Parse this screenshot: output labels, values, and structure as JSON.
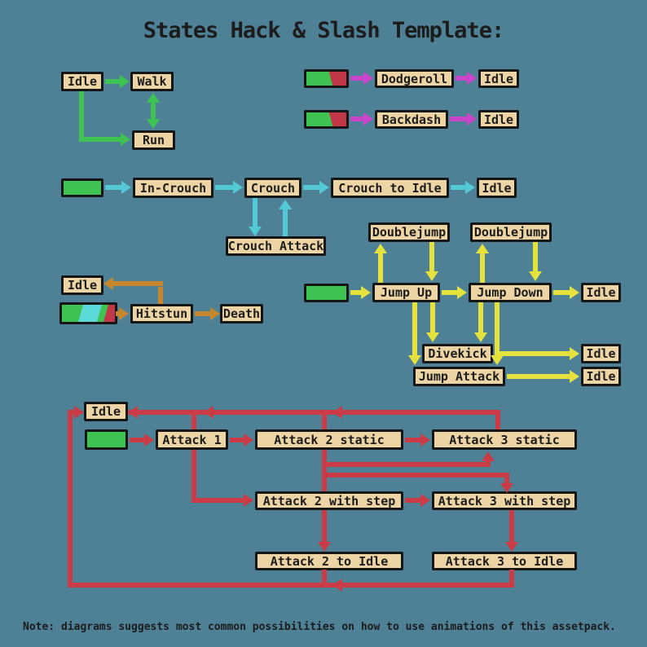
{
  "title": "States Hack & Slash Template:",
  "note": "Note: diagrams suggests most common possibilities on how to use animations of this assetpack.",
  "colors": {
    "bg": "#4e8096",
    "box_fill": "#ecd4a4",
    "box_border": "#161616",
    "text": "#1c1c1c",
    "arrow_green": "#3ec353",
    "arrow_magenta": "#c945c9",
    "arrow_cyan": "#52c9d5",
    "arrow_yellow": "#e5e23e",
    "arrow_orange": "#c6872e",
    "arrow_red": "#cb3b46",
    "entry_green": "#3ec353",
    "state_red": "#c23747",
    "state_cyan": "#5cd9d9"
  },
  "nodes": {
    "loco_idle": "Idle",
    "loco_walk": "Walk",
    "loco_run": "Run",
    "dodgeroll": "Dodgeroll",
    "dodge_idle": "Idle",
    "backdash": "Backdash",
    "backdash_idle": "Idle",
    "in_crouch": "In-Crouch",
    "crouch": "Crouch",
    "crouch_to_idle": "Crouch to Idle",
    "crouch_idle": "Idle",
    "crouch_attack": "Crouch Attack",
    "hit_idle": "Idle",
    "hitstun": "Hitstun",
    "death": "Death",
    "doublejump1": "Doublejump",
    "doublejump2": "Doublejump",
    "jump_up": "Jump Up",
    "jump_down": "Jump Down",
    "jump_idle": "Idle",
    "divekick": "Divekick",
    "divekick_idle": "Idle",
    "jump_attack": "Jump Attack",
    "jump_attack_idle": "Idle",
    "attack_idle": "Idle",
    "attack1": "Attack 1",
    "attack2_static": "Attack 2 static",
    "attack3_static": "Attack 3 static",
    "attack2_step": "Attack 2 with step",
    "attack3_step": "Attack 3 with step",
    "attack2_idle": "Attack 2 to Idle",
    "attack3_idle": "Attack 3 to Idle"
  }
}
